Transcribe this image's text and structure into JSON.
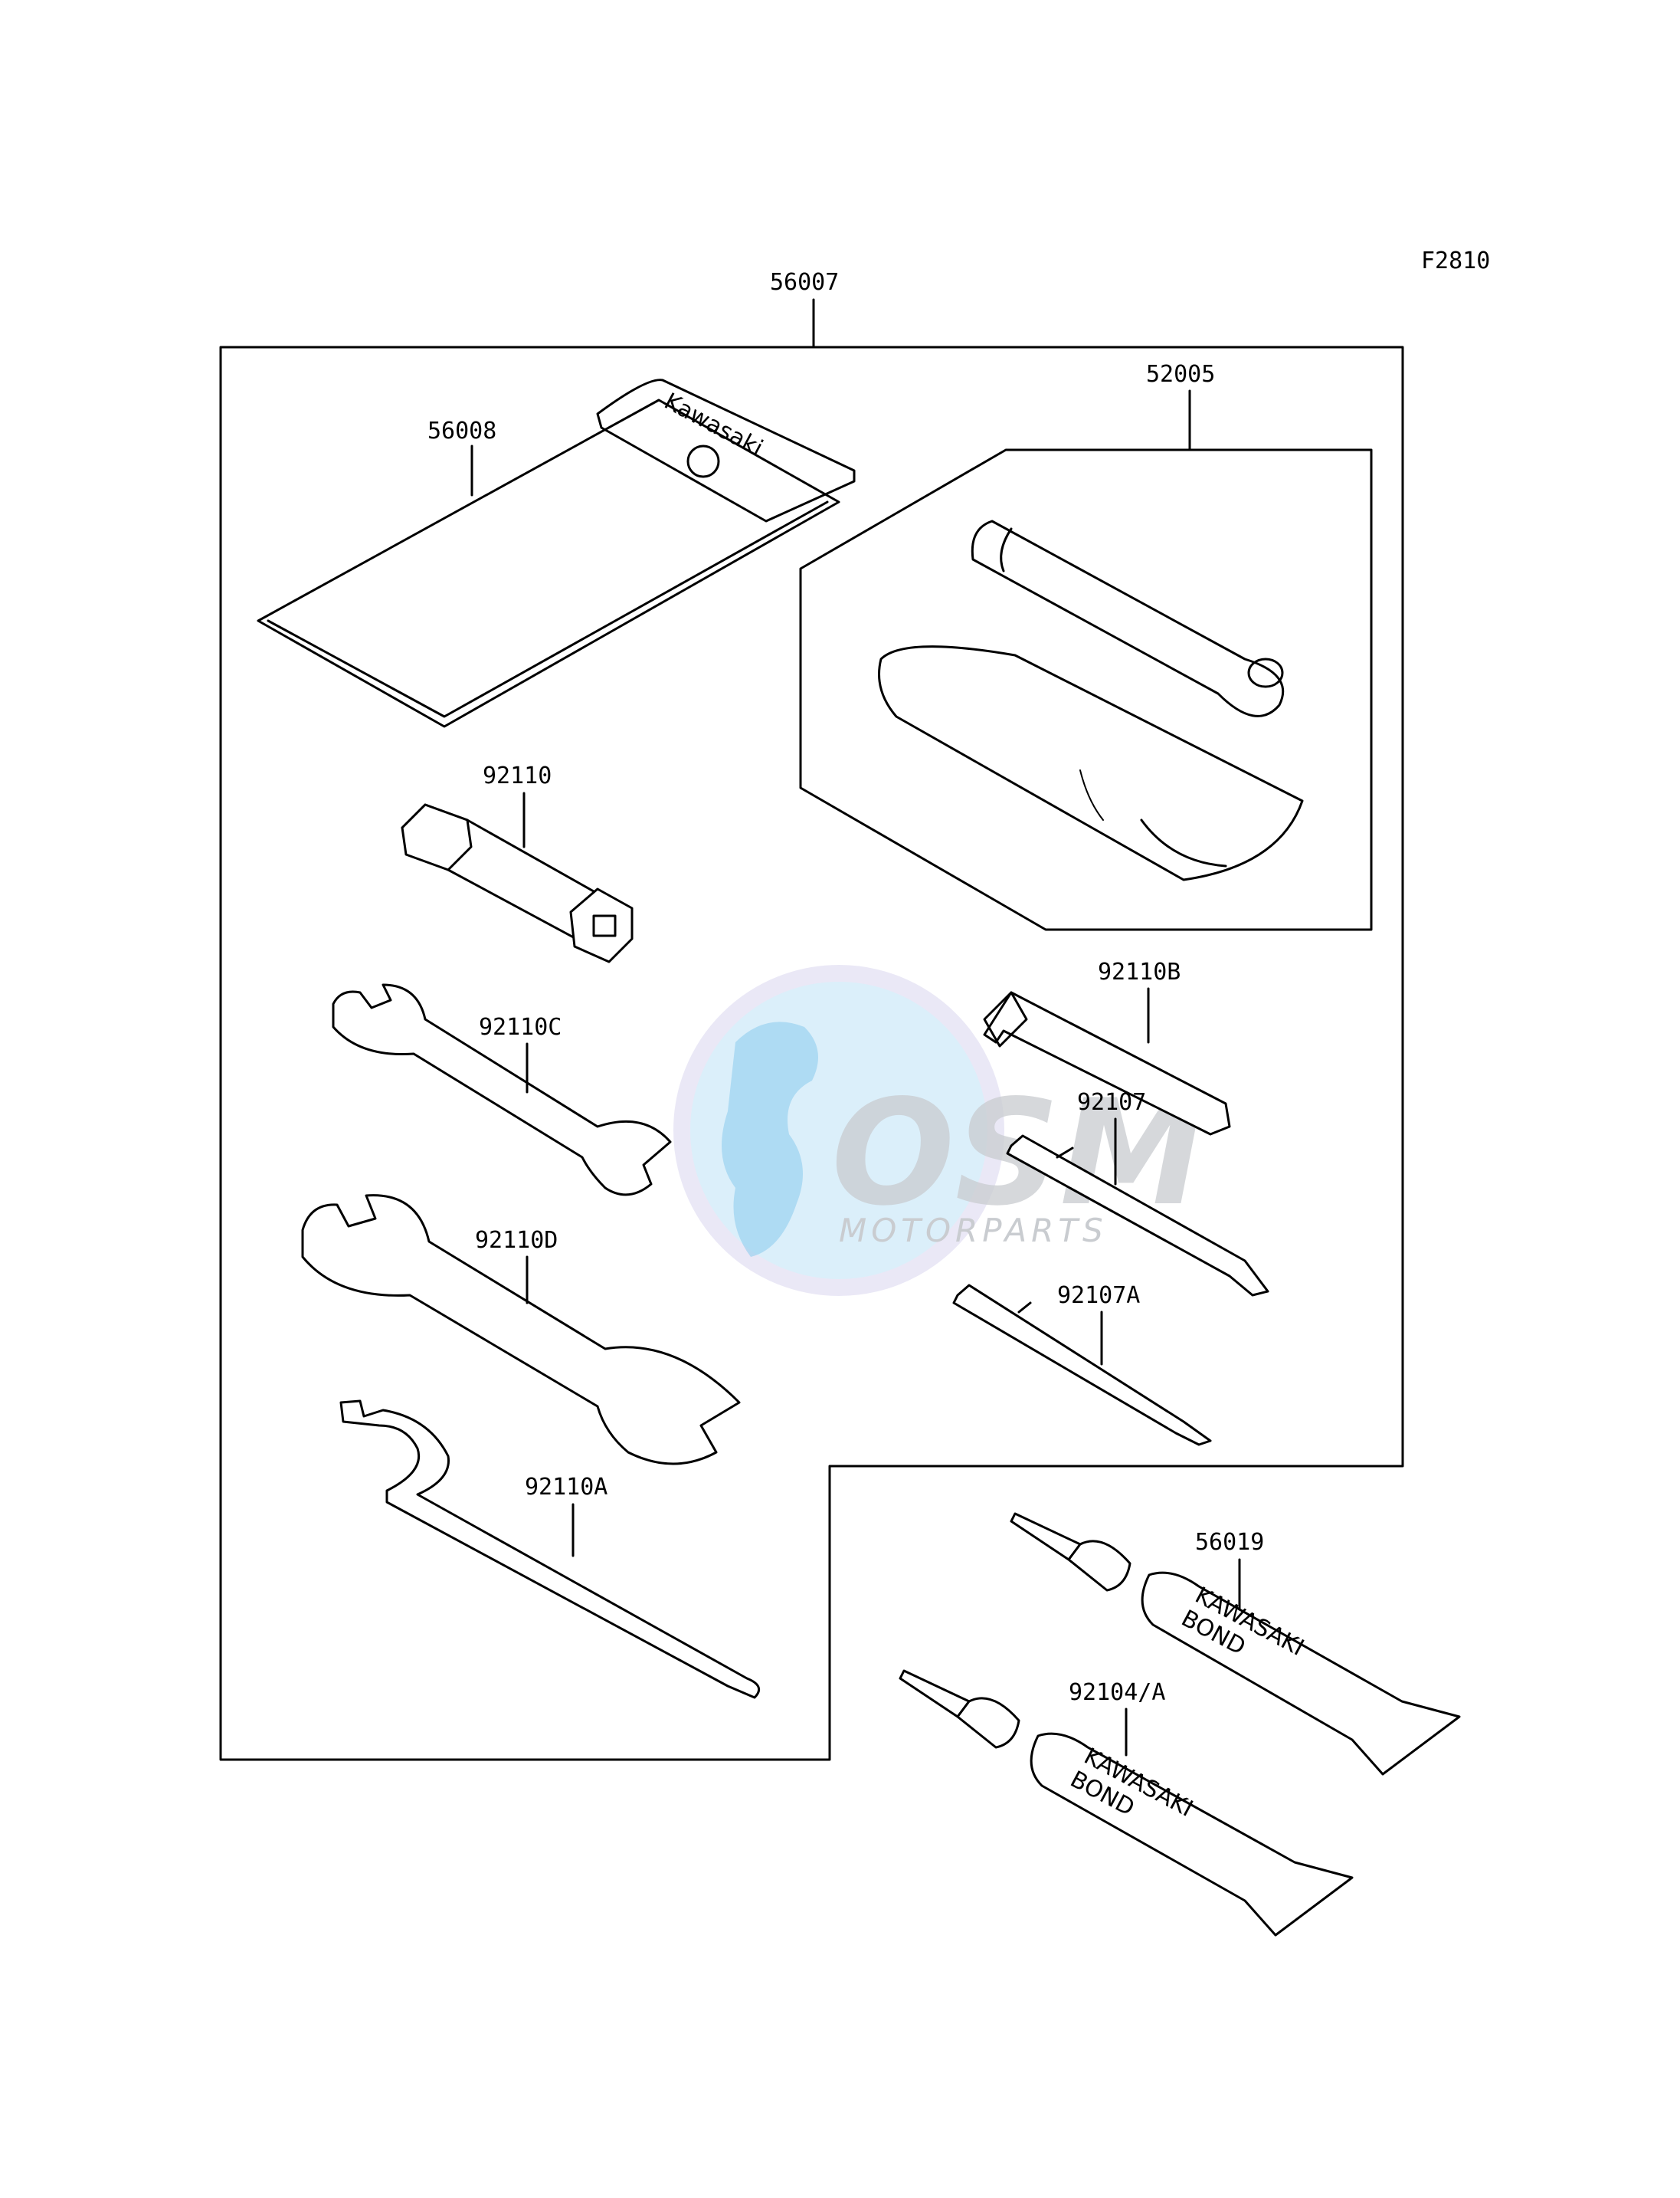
{
  "figure_code": "F2810",
  "parts": {
    "kit": "56007",
    "pouch": "56008",
    "tool_bag": "52005",
    "plug_wrench": "92110",
    "wrench_c": "92110C",
    "wrench_d": "92110D",
    "hook_spanner": "92110A",
    "hex_key": "92110B",
    "screwdriver": "92107",
    "screwdriver_a": "92107A",
    "bond_tube_1": "56019",
    "bond_tube_2": "92104/A"
  },
  "printed_marks": {
    "pouch_brand": "Kawasaki",
    "tube_brand": "KAWASAKI",
    "tube_product": "BOND"
  },
  "watermark": {
    "logo_text": "OSM",
    "tagline": "MOTORPARTS",
    "colors": {
      "globe": "#bfe3f7",
      "globe_edge": "#d9d6ef",
      "text": "#c9ccd0"
    }
  }
}
